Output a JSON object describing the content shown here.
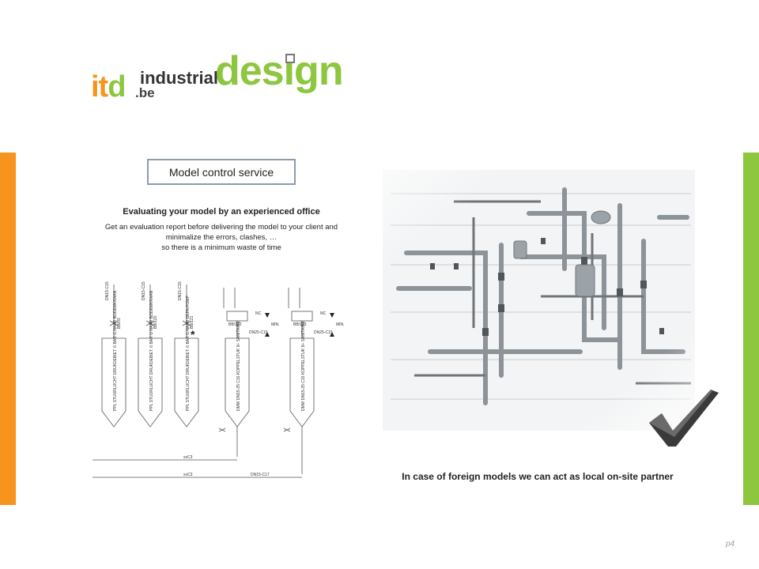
{
  "logo": {
    "itd_prefix": "it",
    "itd_suffix": "d",
    "domain": ".be",
    "industrial": "industrial",
    "design": "design"
  },
  "service_box": {
    "label": "Model control service"
  },
  "content": {
    "heading": "Evaluating  your model by an experienced office",
    "description_lines": [
      "Get an evaluation report before delivering the model to your client and",
      "minimalize the errors, clashes, …",
      "so there is a minimum waste of time"
    ]
  },
  "schematic": {
    "columns": [
      {
        "tag": "DN15-C15",
        "code": "BB/03",
        "text": "PPL STUURLUCHT DRUKDEBIET: 6 BAR G NAAR BODEMKRAAN"
      },
      {
        "tag": "DN15-C15",
        "code": "BB/120",
        "text": "PPL STUURLUCHT DRUKDEBIET: 6 BAR G NAAR BODEMKRAAN"
      },
      {
        "tag": "DN15-C15",
        "code": "BB/121",
        "text": "PPL STUURLUCHT DRUKDEBIET: 6 BAR G NAAR DEPA POMP"
      },
      {
        "tag": "DN25-C15",
        "code": "BB/122",
        "text": "DMW DN15-25 C15 KOPPELSTUK 9+ SANITAIRE"
      },
      {
        "tag": "DN25-C15",
        "code": "BB/123",
        "text": "DMW DN15-25 C15 KOPPELSTUK 9+ SANITAIRE"
      }
    ],
    "labels": {
      "nc": "NC",
      "min": "MIN.",
      "dn": "DN25",
      "star": "*",
      "bottom_line": "DN15-C17",
      "line_a": "xxC3",
      "line_b": "xxC3"
    }
  },
  "caption": "In case of foreign models we can act as local on-site partner",
  "page_number": "p4",
  "colors": {
    "orange": "#f7941d",
    "green": "#8dc63f",
    "box_border": "#8a9bb0"
  }
}
